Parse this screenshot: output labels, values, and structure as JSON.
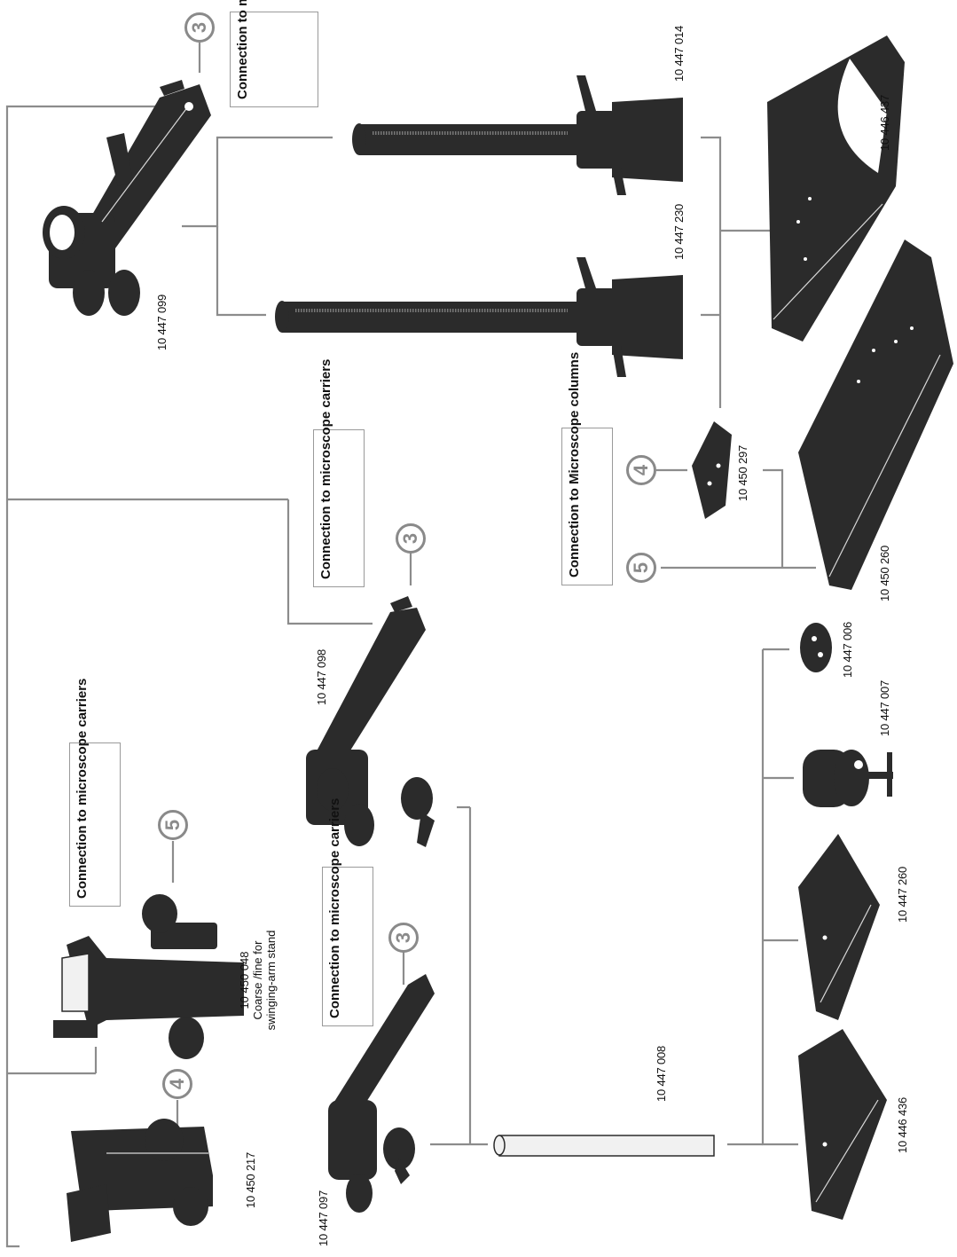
{
  "callouts": {
    "conn_top_right": "Connection to microscope carriers",
    "conn_mid": "Connection to microscope carriers",
    "conn_columns": "Connection to Microscope columns",
    "conn_left": "Connection to microscope carriers",
    "conn_lower": "Connection to microscope carriers"
  },
  "markers": {
    "m_top": "3",
    "m_mid": "3",
    "m_lower": "3",
    "m_4_right": "4",
    "m_5_right": "5",
    "m_5_left": "5",
    "m_4_left": "4"
  },
  "parts": {
    "p099": "10 447 099",
    "p014": "10 447 014",
    "p230": "10 447 230",
    "p437": "10 446 437",
    "p297": "10 450 297",
    "p260": "10 450 260",
    "p098": "10 447 098",
    "p006": "10 447 006",
    "p007": "10 447 007",
    "p048": "10 450 048",
    "p048_desc_1": "Coarse /fine for",
    "p048_desc_2": "swinging-arm stand",
    "p260b": "10 447 260",
    "p008": "10 447 008",
    "p217": "10 450 217",
    "p097": "10 447 097",
    "p436": "10 446 436"
  }
}
